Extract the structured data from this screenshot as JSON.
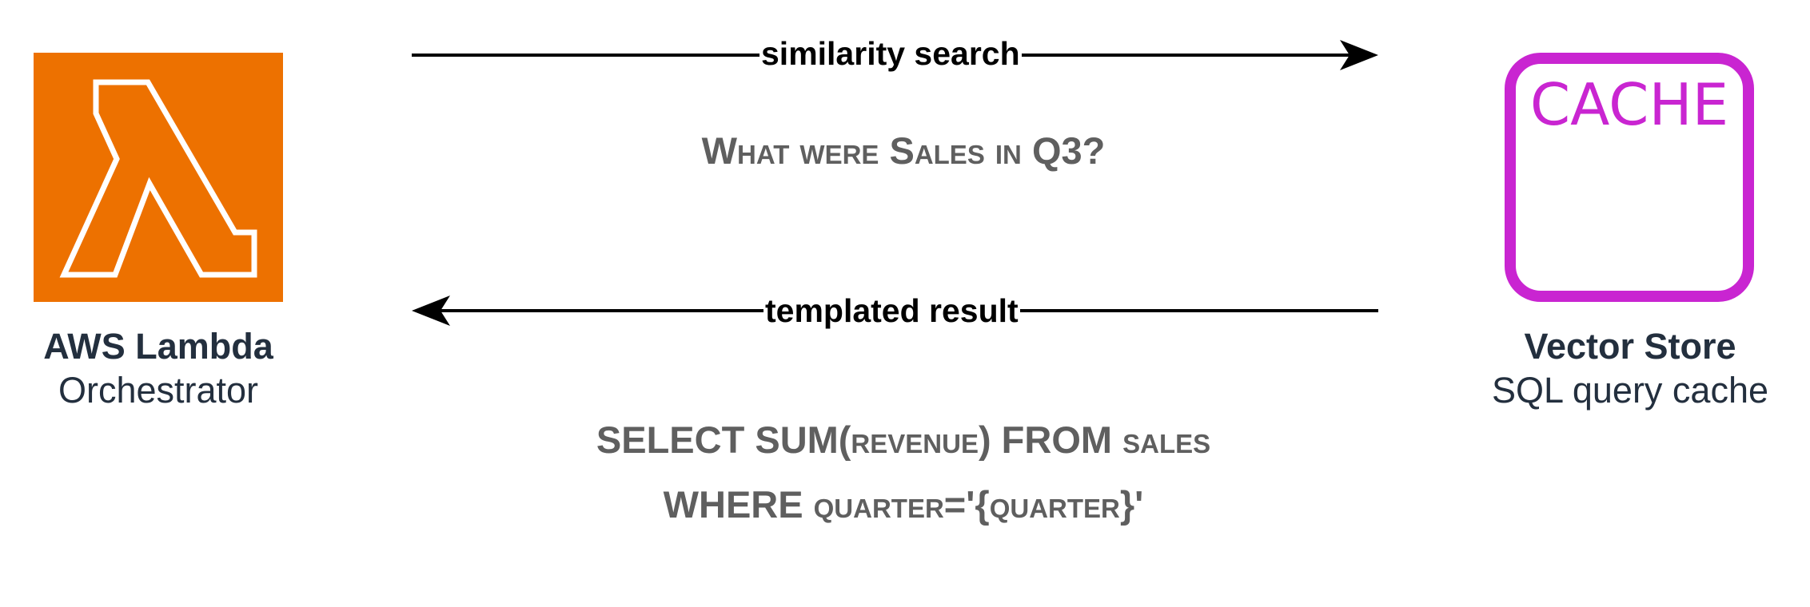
{
  "colors": {
    "lambda_bg": "#ed7100",
    "cache_accent": "#c925d1",
    "label_dark": "#232f3e",
    "note_gray": "#5f5f5f",
    "arrow": "#000000"
  },
  "nodes": {
    "lambda": {
      "icon": "aws-lambda-icon",
      "title": "AWS Lambda",
      "subtitle": "Orchestrator"
    },
    "vector_store": {
      "icon": "cache-icon",
      "icon_text": "CACHE",
      "title": "Vector Store",
      "subtitle": "SQL query cache"
    }
  },
  "edges": {
    "request": {
      "label": "similarity search",
      "direction": "lambda-to-vector-store"
    },
    "response": {
      "label": "templated result",
      "direction": "vector-store-to-lambda"
    }
  },
  "notes": {
    "question": "What were Sales in Q3?",
    "sql_line1": "SELECT SUM(revenue) FROM sales",
    "sql_line2": "WHERE quarter='{quarter}'"
  }
}
